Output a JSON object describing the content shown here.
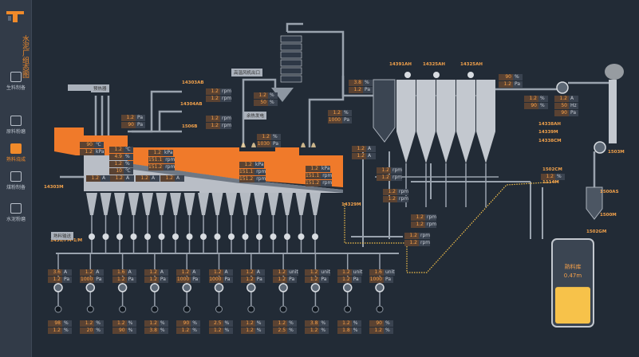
{
  "app": {
    "title": "水泥厂组态图",
    "logo_icon": "factory-logo-icon"
  },
  "sidebar": {
    "items": [
      {
        "label": "生料制备",
        "icon": "raw-material-icon"
      },
      {
        "label": "原料粉磨",
        "icon": "grinding-icon"
      },
      {
        "label": "熟料烧成",
        "icon": "kiln-icon",
        "active": true
      },
      {
        "label": "煤粉制备",
        "icon": "coal-icon"
      },
      {
        "label": "水泥粉磨",
        "icon": "cement-icon"
      }
    ]
  },
  "colors": {
    "accent": "#f08a2a",
    "background": "#222b36",
    "value_text": "#f5a04a",
    "material": "#f7c24a"
  },
  "labels": [
    "预热器",
    "高温风机出口",
    "余热发电",
    "熟料输送"
  ],
  "tags": [
    "14303AB",
    "14304AB",
    "1506B",
    "14303M",
    "14391AH",
    "14325AH",
    "14325AH",
    "14338AH",
    "14339M",
    "14338CM",
    "1503M",
    "1502CM",
    "1114M",
    "1500AS",
    "1500M",
    "1502GM",
    "14329M",
    "1430/FM-1/M"
  ],
  "readouts": [
    [
      [
        "1.2",
        "rpm"
      ],
      [
        "1.2",
        "rpm"
      ]
    ],
    [
      [
        "1.2",
        "rpm"
      ],
      [
        "1.2",
        "rpm"
      ]
    ],
    [
      [
        "1.2",
        "Pa"
      ],
      [
        "90",
        "Pa"
      ]
    ],
    [
      [
        "90",
        "℃"
      ],
      [
        "1.2",
        "kPa"
      ]
    ],
    [
      [
        "1.2",
        "℃"
      ],
      [
        "4.9",
        "%"
      ],
      [
        "1.2",
        "%"
      ],
      [
        "10",
        "℃"
      ]
    ],
    [
      [
        "1.2",
        "kPa"
      ],
      [
        "151.1",
        "rpm"
      ],
      [
        "151.2",
        "rpm"
      ]
    ],
    [
      [
        "1.2",
        "kPa"
      ],
      [
        "151.1",
        "rpm"
      ],
      [
        "151.2",
        "rpm"
      ]
    ],
    [
      [
        "1.2",
        "kPa"
      ],
      [
        "151.1",
        "rpm"
      ],
      [
        "151.2",
        "rpm"
      ]
    ],
    [
      [
        "1.2",
        "%"
      ],
      [
        "50",
        "%"
      ]
    ],
    [
      [
        "1.2",
        "%"
      ],
      [
        "1030",
        "Pa"
      ]
    ],
    [
      [
        "1.2",
        "%"
      ],
      [
        "1000",
        "Pa"
      ]
    ],
    [
      [
        "3.8",
        "%"
      ],
      [
        "1.2",
        "Pa"
      ]
    ],
    [
      [
        "1.2",
        "A"
      ],
      [
        "1.2",
        "A"
      ]
    ],
    [
      [
        "1.2",
        "rpm"
      ],
      [
        "1.2",
        "rpm"
      ]
    ],
    [
      [
        "1.2",
        "rpm"
      ],
      [
        "1.2",
        "rpm"
      ]
    ],
    [
      [
        "1.2",
        "rpm"
      ],
      [
        "1.2",
        "rpm"
      ]
    ],
    [
      [
        "1.2",
        "rpm"
      ],
      [
        "1.2",
        "rpm"
      ]
    ],
    [
      [
        "90",
        "%"
      ],
      [
        "1.2",
        "Pa"
      ]
    ],
    [
      [
        "1.2",
        "%"
      ],
      [
        "90",
        "%"
      ]
    ],
    [
      [
        "1.2",
        "A"
      ],
      [
        "50",
        "Hz"
      ],
      [
        "90",
        "Pa"
      ]
    ],
    [
      [
        "1.2",
        "%"
      ]
    ],
    [
      [
        "1.2",
        "A"
      ]
    ],
    [
      [
        "1.2",
        "A"
      ]
    ],
    [
      [
        "1.2",
        "A"
      ]
    ],
    [
      [
        "1.2",
        "A"
      ]
    ]
  ],
  "bottom_columns": [
    {
      "a": [
        "3.6",
        "A"
      ],
      "p": [
        "1.2",
        "Pa"
      ],
      "s1": [
        "98",
        "%"
      ],
      "s2": [
        "1.2",
        "%"
      ]
    },
    {
      "a": [
        "1.2",
        "A"
      ],
      "p": [
        "1000",
        "Pa"
      ],
      "s1": [
        "1.2",
        "%"
      ],
      "s2": [
        "20",
        "%"
      ]
    },
    {
      "a": [
        "1.6",
        "A"
      ],
      "p": [
        "1.2",
        "Pa"
      ],
      "s1": [
        "1.2",
        "%"
      ],
      "s2": [
        "90",
        "%"
      ]
    },
    {
      "a": [
        "1.2",
        "A"
      ],
      "p": [
        "1.2",
        "Pa"
      ],
      "s1": [
        "1.2",
        "%"
      ],
      "s2": [
        "3.8",
        "%"
      ]
    },
    {
      "a": [
        "1.2",
        "A"
      ],
      "p": [
        "1000",
        "Pa"
      ],
      "s1": [
        "90",
        "%"
      ],
      "s2": [
        "1.2",
        "%"
      ]
    },
    {
      "a": [
        "1.2",
        "A"
      ],
      "p": [
        "1000",
        "Pa"
      ],
      "s1": [
        "2.5",
        "%"
      ],
      "s2": [
        "1.2",
        "%"
      ]
    },
    {
      "a": [
        "1.2",
        "A"
      ],
      "p": [
        "1.2",
        "Pa"
      ],
      "s1": [
        "1.2",
        "%"
      ],
      "s2": [
        "1.2",
        "%"
      ]
    },
    {
      "a": [
        "1.2",
        "unit"
      ],
      "p": [
        "1.2",
        "Pa"
      ],
      "s1": [
        "1.2",
        "%"
      ],
      "s2": [
        "2.5",
        "%"
      ]
    },
    {
      "a": [
        "1.2",
        "unit"
      ],
      "p": [
        "1.2",
        "Pa"
      ],
      "s1": [
        "3.8",
        "%"
      ],
      "s2": [
        "1.2",
        "%"
      ]
    },
    {
      "a": [
        "1.2",
        "unit"
      ],
      "p": [
        "1.2",
        "Pa"
      ],
      "s1": [
        "1.2",
        "%"
      ],
      "s2": [
        "1.8",
        "%"
      ]
    },
    {
      "a": [
        "1.6",
        "unit"
      ],
      "p": [
        "1000",
        "Pa"
      ],
      "s1": [
        "90",
        "%"
      ],
      "s2": [
        "1.2",
        "%"
      ]
    }
  ],
  "tank": {
    "name": "熟料库",
    "level": "0.47m",
    "fill_fraction": 0.45
  }
}
